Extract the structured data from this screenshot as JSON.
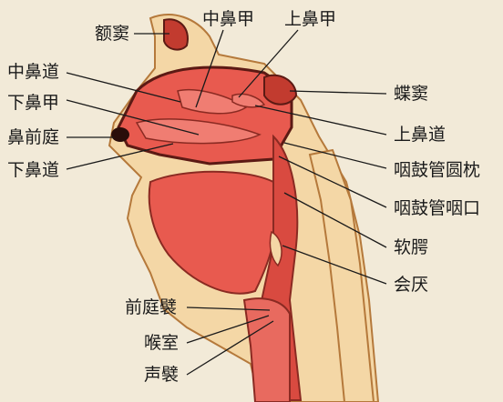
{
  "labels": {
    "frontal_sinus": "额窦",
    "middle_turbinate": "中鼻甲",
    "superior_turbinate": "上鼻甲",
    "middle_meatus": "中鼻道",
    "sphenoid_sinus": "蝶窦",
    "inferior_turbinate": "下鼻甲",
    "superior_meatus": "上鼻道",
    "nasal_vestibule": "鼻前庭",
    "torus_tubarius": "咽鼓管圆枕",
    "inferior_meatus": "下鼻道",
    "eustachian_opening": "咽鼓管咽口",
    "soft_palate": "软腭",
    "epiglottis": "会厌",
    "vestibular_fold": "前庭襞",
    "laryngeal_ventricle": "喉室",
    "vocal_fold": "声襞"
  },
  "colors": {
    "background": "#f2ead8",
    "tissue": "#e8524a",
    "tissue_light": "#f08a80",
    "bone": "#f4d7a6",
    "line": "#1a1a1a"
  }
}
